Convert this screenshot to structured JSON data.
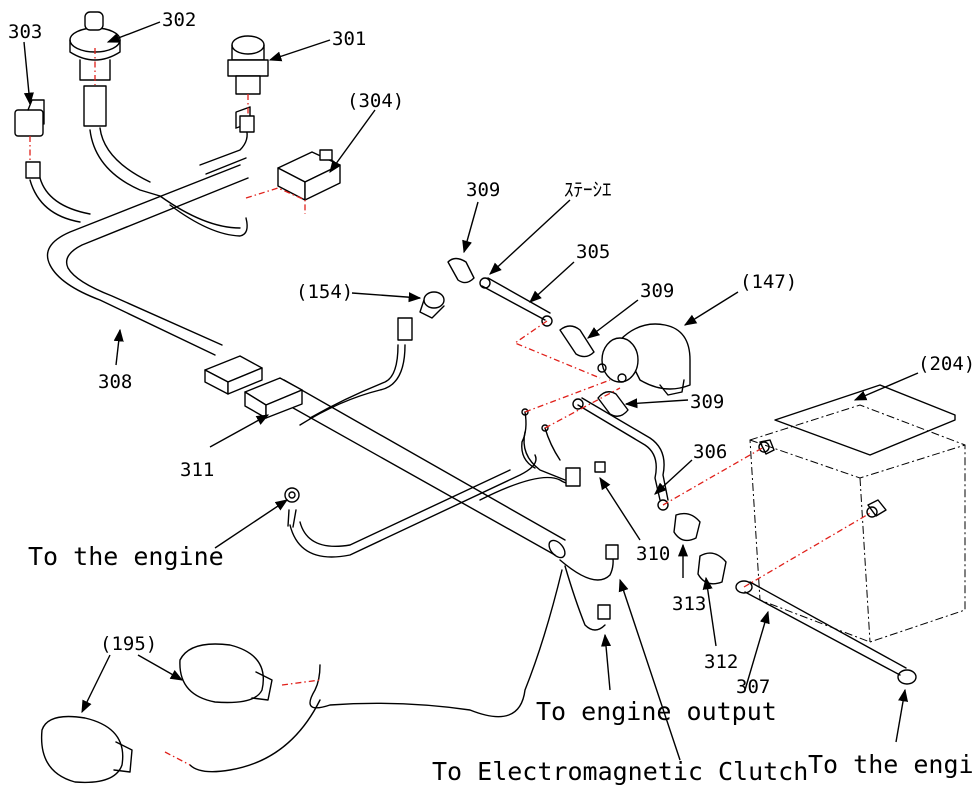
{
  "labels": {
    "l301": "301",
    "l302": "302",
    "l303": "303",
    "l304": "(304)",
    "l154": "(154)",
    "l308": "308",
    "l309a": "309",
    "l309b": "309",
    "l309c": "309",
    "lstay": "ｽﾃｰｼｴ",
    "l305": "305",
    "l147": "(147)",
    "l204": "(204)",
    "l306": "306",
    "l311": "311",
    "l310": "310",
    "l313": "313",
    "l312": "312",
    "l307": "307",
    "l195": "(195)",
    "engine1": "To the engine",
    "engine_output": "To engine output",
    "clutch": "To Electromagnetic Clutch",
    "engine2": "To the engine"
  },
  "colors": {
    "line": "#000000",
    "assembly_dash": "#e0201a"
  }
}
